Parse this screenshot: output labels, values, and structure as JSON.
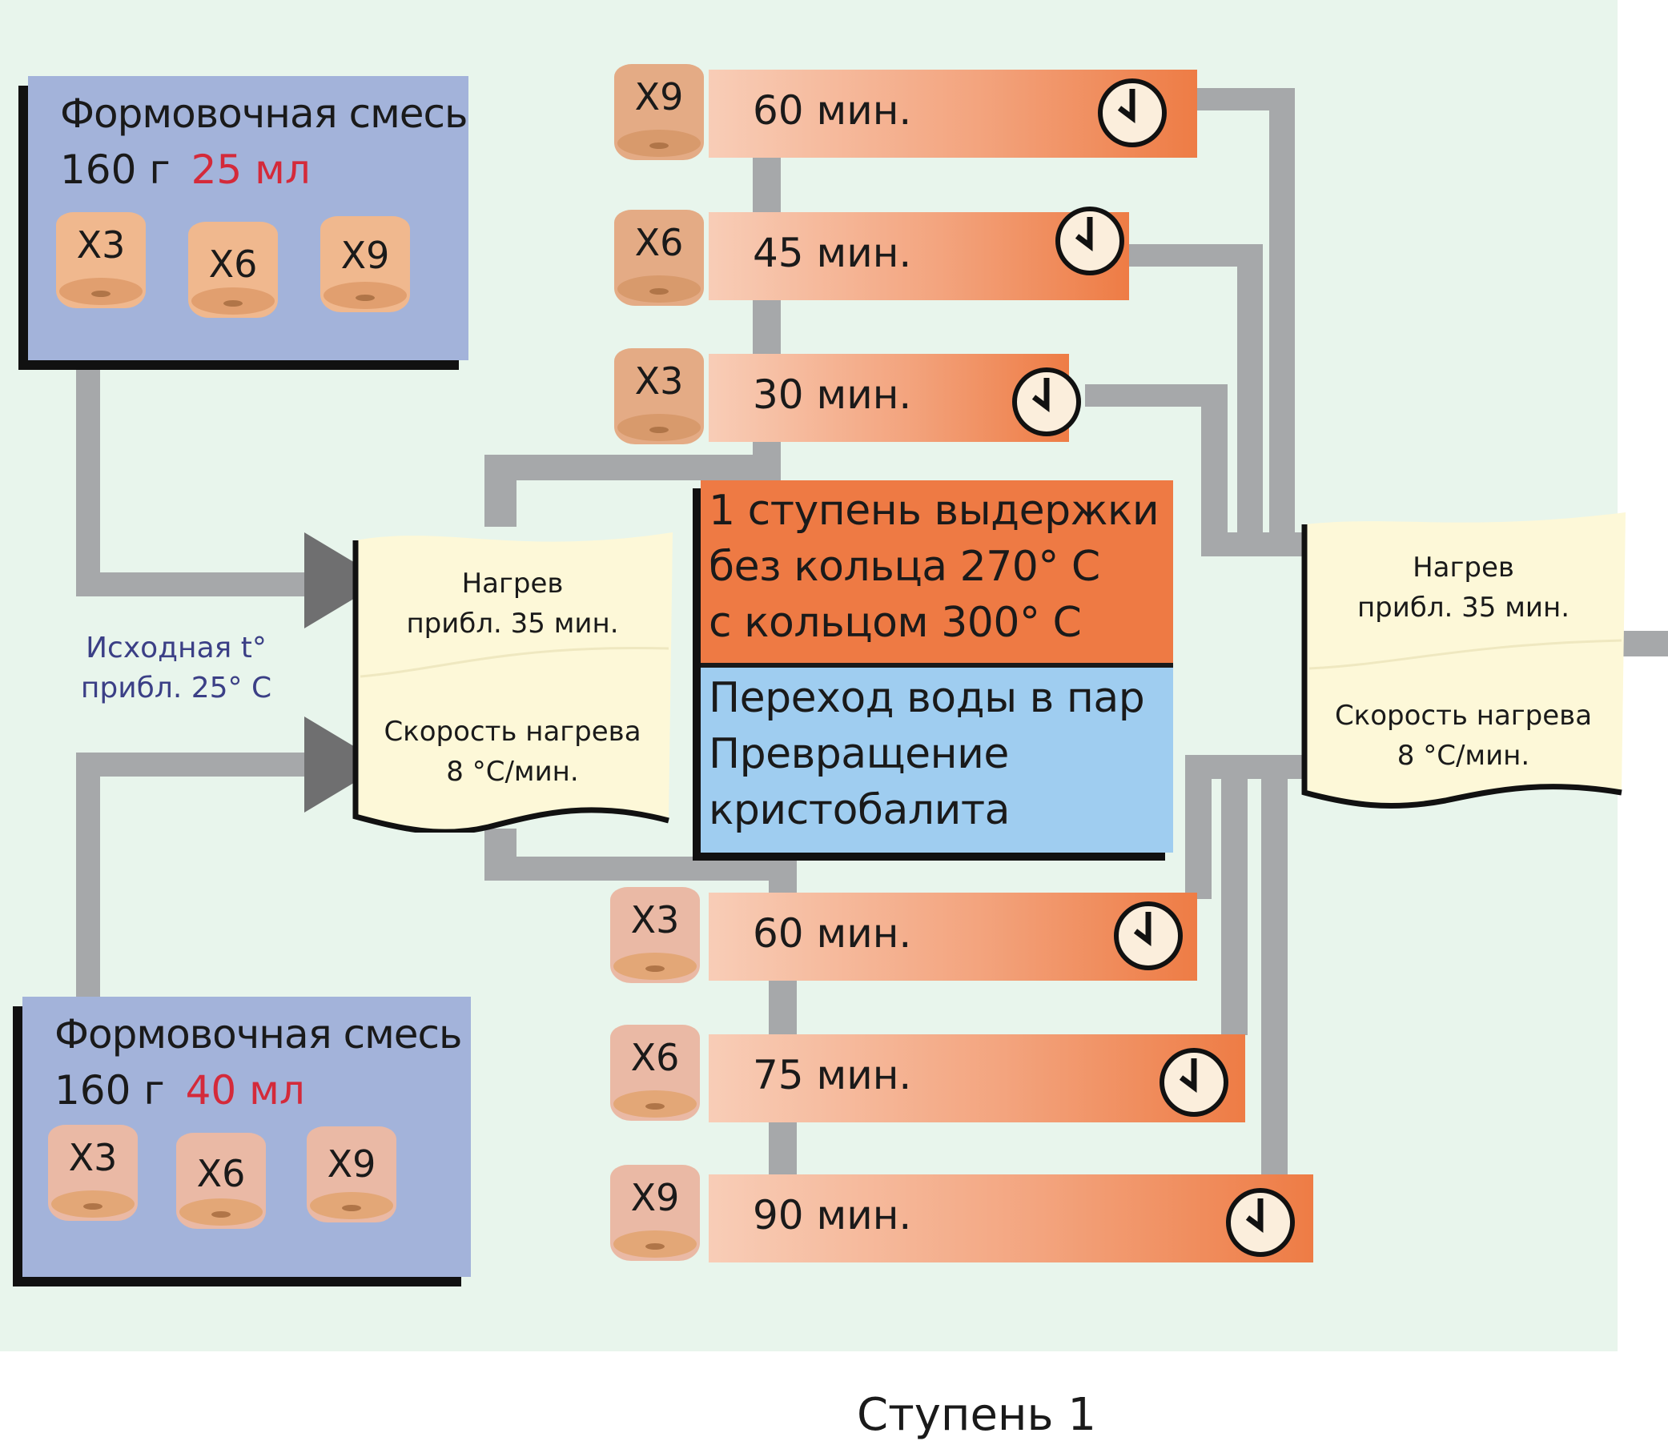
{
  "caption": "Ступень 1",
  "start_temperature": {
    "line1": "Исходная t°",
    "line2": "прибл. 25° С"
  },
  "mixes": [
    {
      "title": "Формовочная смесь",
      "mass": "160 г",
      "liquid": "25 мл",
      "rings": [
        "X3",
        "X6",
        "X9"
      ]
    },
    {
      "title": "Формовочная смесь",
      "mass": "160 г",
      "liquid": "40 мл",
      "rings": [
        "X3",
        "X6",
        "X9"
      ]
    }
  ],
  "heating_left": {
    "line1": "Нагрев",
    "line2": "прибл. 35 мин.",
    "line3": "Скорость нагрева",
    "line4": "8 °C/мин."
  },
  "heating_right": {
    "line1": "Нагрев",
    "line2": "прибл. 35 мин.",
    "line3": "Скорость нагрева",
    "line4": "8 °C/мин."
  },
  "hold_stage": {
    "line1": "1 ступень выдержки",
    "line2": "без кольца 270° С",
    "line3": "с кольцом 300° С",
    "note1": "Переход воды в пар",
    "note2": "Превращение",
    "note3": "кристобалита"
  },
  "timers_25ml": [
    {
      "ring": "X9",
      "time": "60 мин."
    },
    {
      "ring": "X6",
      "time": "45 мин."
    },
    {
      "ring": "X3",
      "time": "30 мин."
    }
  ],
  "timers_40ml": [
    {
      "ring": "X3",
      "time": "60 мин."
    },
    {
      "ring": "X6",
      "time": "75 мин."
    },
    {
      "ring": "X9",
      "time": "90 мин."
    }
  ],
  "colors": {
    "mix_box": "#a3b3da",
    "liquid_red": "#d42a3a",
    "hold_orange": "#ee7a44",
    "note_blue": "#9fcdf0",
    "scroll_yellow": "#fdf8d8",
    "pipe_gray": "#a6a8aa",
    "background": "#e8f5ec"
  }
}
